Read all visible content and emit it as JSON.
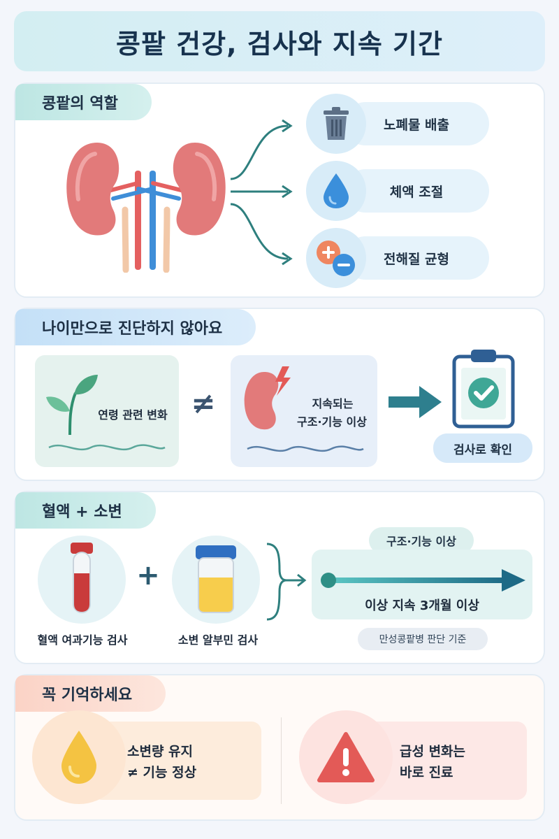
{
  "title": "콩팥 건강, 검사와 지속 기간",
  "colors": {
    "teal": "#2e7f7e",
    "kidney": "#e07a7a",
    "blue": "#3f8ed8",
    "danger": "#e35a57",
    "drop_yellow": "#f4c342"
  },
  "section_role": {
    "label": "콩팥의 역할",
    "items": [
      {
        "label": "노폐물 배출",
        "icon": "trash-can-icon"
      },
      {
        "label": "체액 조절",
        "icon": "water-drop-icon"
      },
      {
        "label": "전해질 균형",
        "icon": "plus-minus-icon"
      }
    ]
  },
  "section_age": {
    "label": "나이만으로 진단하지 않아요",
    "aging_text": "연령 관련 변화",
    "not_equal": "≠",
    "abnormal_line1": "지속되는",
    "abnormal_line2": "구조·기능 이상",
    "confirm_label": "검사로 확인"
  },
  "section_tests": {
    "label": "혈액 + 소변",
    "plus": "+",
    "blood_test": "혈액 여과기능 검사",
    "urine_test": "소변 알부민 검사",
    "timeline_top": "구조·기능 이상",
    "timeline_main": "이상 지속 3개월 이상",
    "criteria": "만성콩팥병 판단 기준"
  },
  "section_remember": {
    "label": "꼭 기억하세요",
    "tip1_line1": "소변량 유지",
    "tip1_line2": "≠ 기능 정상",
    "tip2_line1": "급성 변화는",
    "tip2_line2": "바로 진료"
  }
}
